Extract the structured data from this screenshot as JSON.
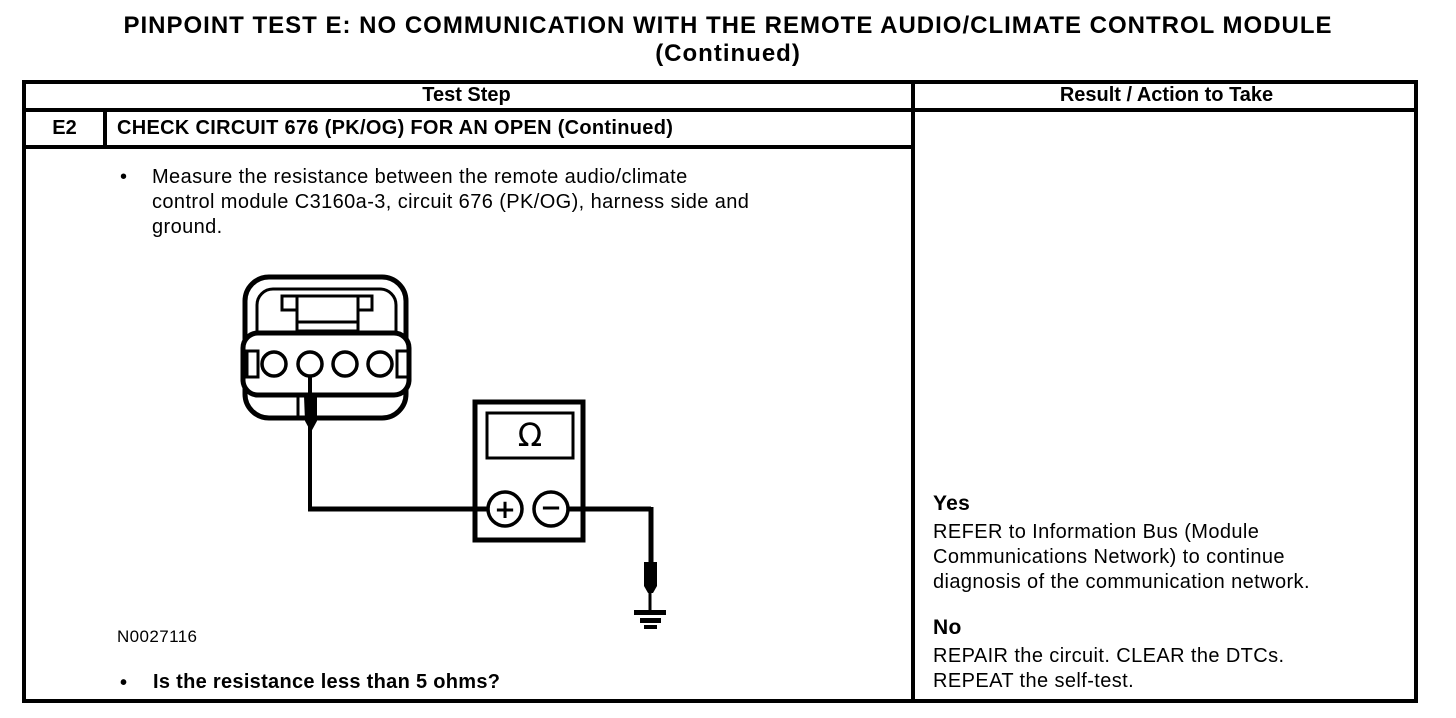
{
  "title": {
    "line1": "PINPOINT TEST E: NO COMMUNICATION WITH THE REMOTE AUDIO/CLIMATE CONTROL MODULE",
    "line2": "(Continued)"
  },
  "bullet_glyph": "•",
  "table": {
    "header": {
      "test_step": "Test Step",
      "result_action": "Result / Action to Take"
    },
    "step": {
      "id": "E2",
      "name": "CHECK CIRCUIT 676 (PK/OG) FOR AN OPEN (Continued)",
      "instruction_lines": [
        "Measure the resistance between the remote audio/climate",
        "control module C3160a-3, circuit 676 (PK/OG), harness side and",
        "ground."
      ],
      "figure_id": "N0027116",
      "question": "Is the resistance less than 5 ohms?"
    },
    "result": {
      "yes_label": "Yes",
      "yes_lines": [
        "REFER to Information Bus (Module",
        "Communications Network) to continue",
        "diagnosis of the communication network."
      ],
      "no_label": "No",
      "no_lines": [
        "REPAIR the circuit. CLEAR the DTCs.",
        "REPEAT the self-test."
      ]
    }
  },
  "diagram": {
    "meter_display": "Ω",
    "plus_terminal": "+",
    "minus_terminal": "−"
  }
}
